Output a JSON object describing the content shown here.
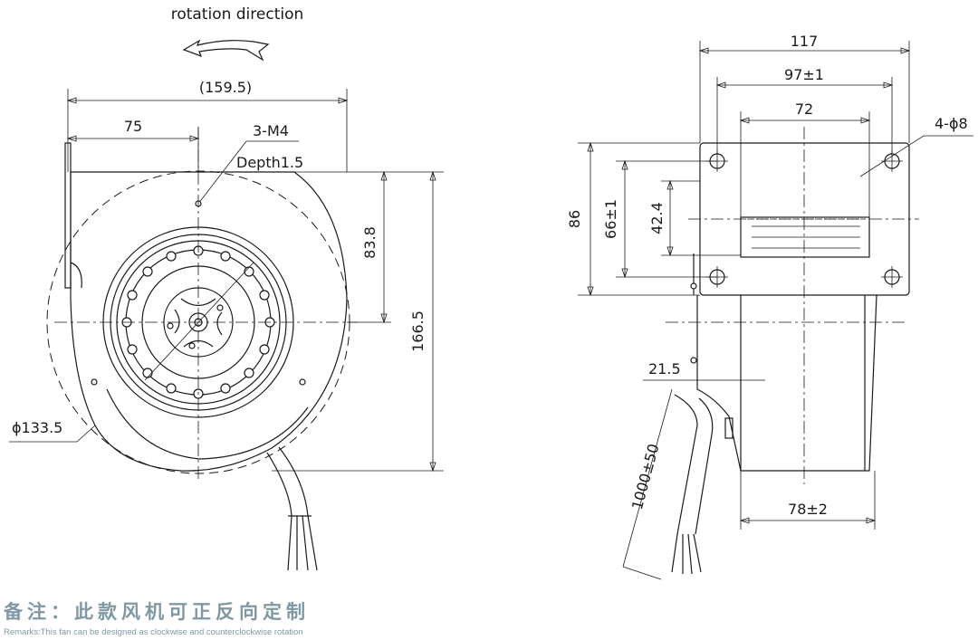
{
  "front_view": {
    "rotation_label": "rotation direction",
    "dim_overall_width": "(159.5)",
    "dim_half": "75",
    "thread_label": "3-M4",
    "depth_label": "Depth1.5",
    "dim_outlet_height": "83.8",
    "dim_total_height": "166.5",
    "dim_diameter": "ϕ133.5"
  },
  "side_view": {
    "dim_117": "117",
    "dim_97": "97±1",
    "dim_72": "72",
    "hole_label": "4-ϕ8",
    "dim_86": "86",
    "dim_66": "66±1",
    "dim_42": "42.4",
    "dim_21": "21.5",
    "dim_cable": "1000±50",
    "dim_78": "78±2"
  },
  "note": {
    "chinese": "备注：此款风机可正反向定制",
    "english": "Remarks:This fan can be designed as clockwise and counterclockwise rotation"
  }
}
